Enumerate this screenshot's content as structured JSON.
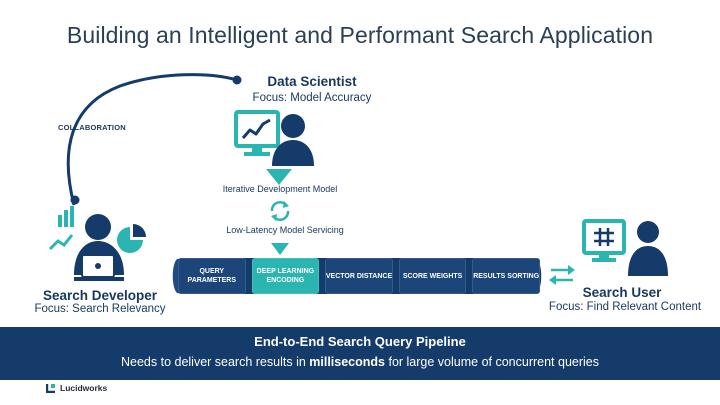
{
  "title": "Building an Intelligent and Performant Search Application",
  "collaboration_label": "COLLABORATION",
  "data_scientist": {
    "name": "Data Scientist",
    "focus": "Focus: Model Accuracy"
  },
  "search_developer": {
    "name": "Search Developer",
    "focus": "Focus: Search Relevancy"
  },
  "search_user": {
    "name": "Search User",
    "focus": "Focus: Find Relevant Content"
  },
  "iterative_label": "Iterative Development Model",
  "servicing_label": "Low-Latency Model Servicing",
  "pipeline": [
    {
      "label": "QUERY PARAMETERS",
      "highlight": false
    },
    {
      "label": "DEEP LEARNING ENCODING",
      "highlight": true
    },
    {
      "label": "VECTOR DISTANCE",
      "highlight": false
    },
    {
      "label": "SCORE WEIGHTS",
      "highlight": false
    },
    {
      "label": "RESULTS SORTING",
      "highlight": false
    }
  ],
  "banner": {
    "title": "End-to-End Search Query Pipeline",
    "sub_before": "Needs to deliver search results in ",
    "sub_bold": "milliseconds",
    "sub_after": " for large  volume of concurrent queries"
  },
  "logo_text": "Lucidworks",
  "colors": {
    "navy": "#153b6b",
    "teal": "#2bb5b0",
    "dark_text": "#17385e"
  }
}
